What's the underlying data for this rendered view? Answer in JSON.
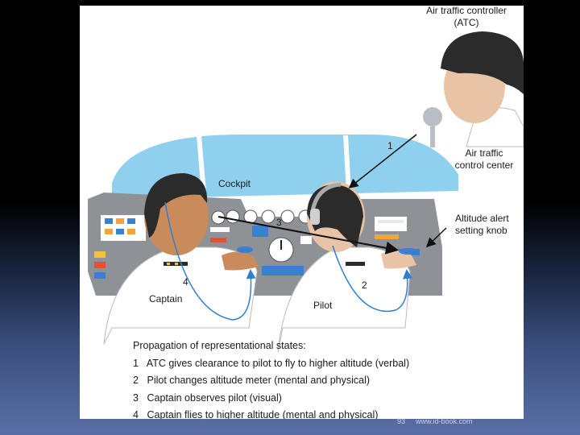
{
  "figure": {
    "labels": {
      "atc": [
        "Air traffic controller",
        "(ATC)"
      ],
      "control_center": [
        "Air traffic",
        "control center"
      ],
      "cockpit": "Cockpit",
      "altitude_knob": [
        "Altitude alert",
        "setting knob"
      ],
      "captain": "Captain",
      "pilot": "Pilot",
      "num1": "1",
      "num2": "2",
      "num3": "3",
      "num4": "4"
    },
    "legend": {
      "title": "Propagation of representational states:",
      "items": [
        {
          "num": "1",
          "text": "ATC gives clearance to pilot to fly to higher altitude (verbal)"
        },
        {
          "num": "2",
          "text": "Pilot changes altitude meter (mental and physical)"
        },
        {
          "num": "3",
          "text": "Captain observes pilot (visual)"
        },
        {
          "num": "4",
          "text": "Captain flies to higher altitude (mental and physical)"
        }
      ]
    }
  },
  "footer": {
    "page": "93",
    "url": "www.id-book.com"
  },
  "colors": {
    "window_blue": "#8fd0ee",
    "panel_gray": "#8e9296",
    "arrow_blue": "#2f7fd0",
    "arrow_black": "#111111",
    "uniform_white": "#ffffff",
    "hair_dark": "#2b2b2b"
  }
}
